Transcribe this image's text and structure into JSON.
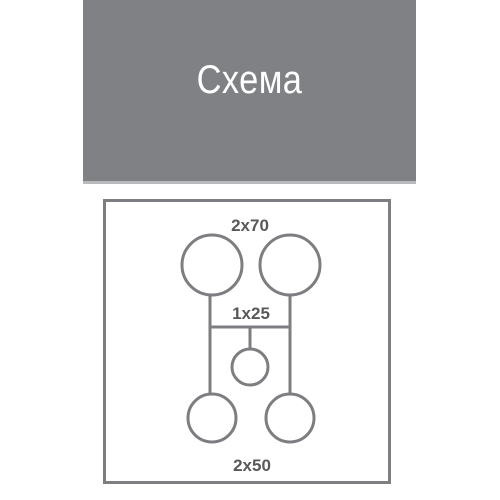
{
  "header": {
    "title": "Схема",
    "background": "#808184"
  },
  "diagram": {
    "top_label": "2x70",
    "middle_label": "1x25",
    "bottom_label": "2x50",
    "stroke_color": "#7d7e81",
    "text_color": "#58595b"
  }
}
